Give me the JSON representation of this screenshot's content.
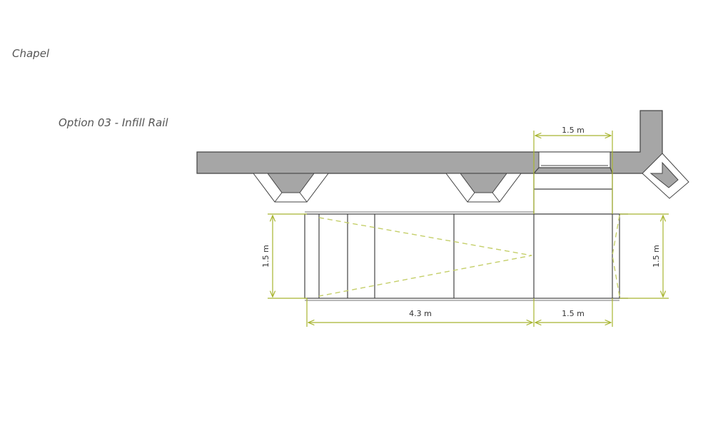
{
  "title": "Chapel",
  "subtitle": "Option 03 -  Infill Rail",
  "dimensions": {
    "top_width": "1.5 m",
    "left_height": "1.5 m",
    "right_height": "1.5 m",
    "bottom_length": "4.3 m",
    "bottom_width": "1.5 m"
  },
  "colors": {
    "slab": "#a6a6a6",
    "dimension": "#a8b530",
    "outline": "#444444"
  }
}
